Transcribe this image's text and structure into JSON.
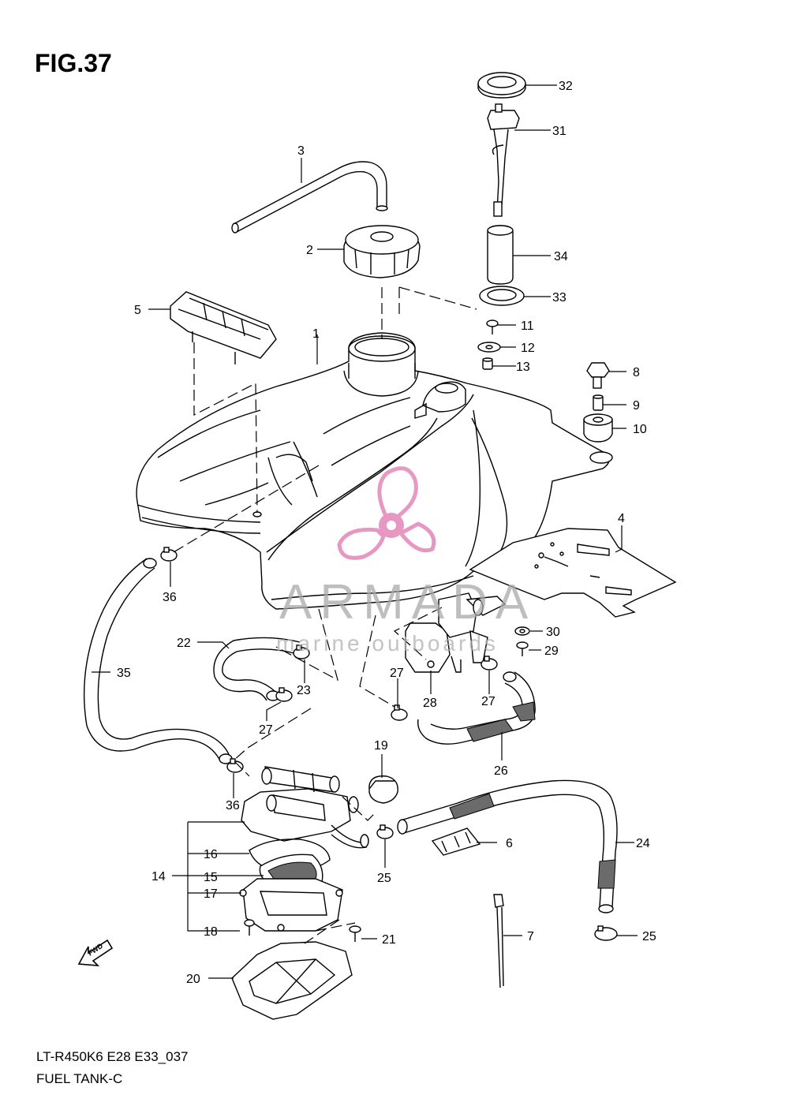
{
  "figure": {
    "title": "FIG.37"
  },
  "footer": {
    "code": "LT-R450K6 E28 E33_037",
    "name": "FUEL TANK-C"
  },
  "watermark": {
    "name": "ARMADA",
    "tagline": "marine outboards",
    "logo": "armada-propeller-logo",
    "color": "#e07fb5"
  },
  "fwd_marker": {
    "text": "FWD",
    "icon": "arrow-left-icon"
  },
  "callouts": [
    "1",
    "2",
    "3",
    "4",
    "5",
    "6",
    "7",
    "8",
    "9",
    "10",
    "11",
    "12",
    "13",
    "14",
    "15",
    "16",
    "17",
    "18",
    "19",
    "20",
    "21",
    "22",
    "23",
    "24",
    "25",
    "25",
    "26",
    "27",
    "27",
    "27",
    "28",
    "29",
    "30",
    "31",
    "32",
    "33",
    "34",
    "35",
    "36",
    "36"
  ]
}
